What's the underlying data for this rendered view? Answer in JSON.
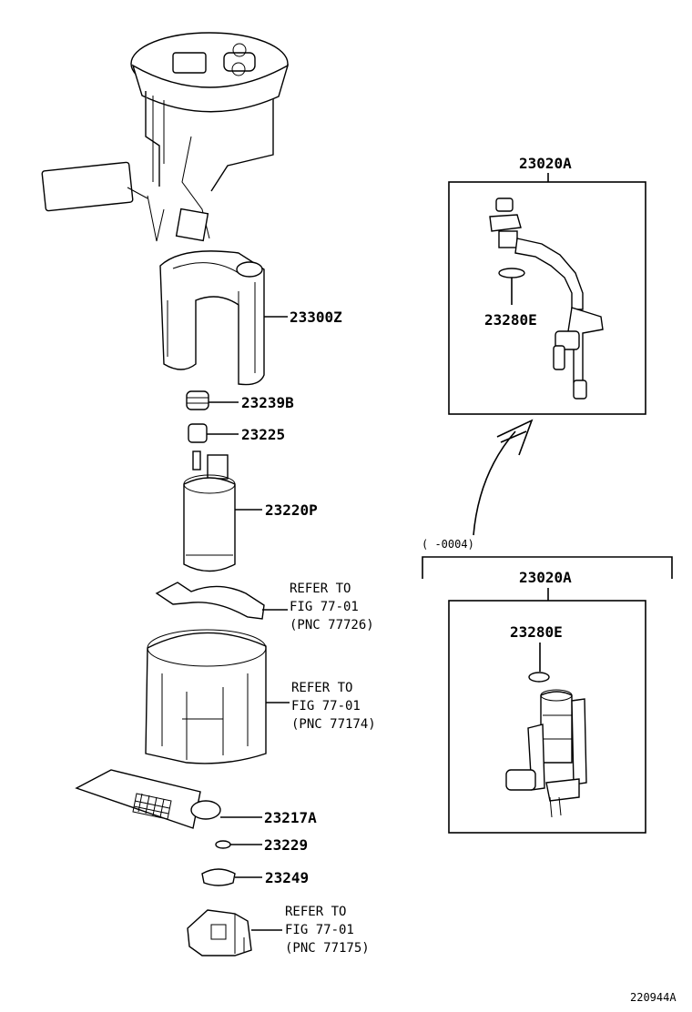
{
  "parts": {
    "p23300z": "23300Z",
    "p23239b": "23239B",
    "p23225": "23225",
    "p23220p": "23220P",
    "p23217a": "23217A",
    "p23229": "23229",
    "p23249": "23249",
    "p23020a_top": "23020A",
    "p23280e_top": "23280E",
    "p23020a_bottom": "23020A",
    "p23280e_bottom": "23280E"
  },
  "refs": {
    "ref1": {
      "line1": "REFER TO",
      "line2": "FIG 77-01",
      "line3": "(PNC 77726)"
    },
    "ref2": {
      "line1": "REFER TO",
      "line2": "FIG 77-01",
      "line3": "(PNC 77174)"
    },
    "ref3": {
      "line1": "REFER TO",
      "line2": "FIG 77-01",
      "line3": "(PNC 77175)"
    }
  },
  "date_range": "(      -0004)",
  "figure_code": "220944A"
}
